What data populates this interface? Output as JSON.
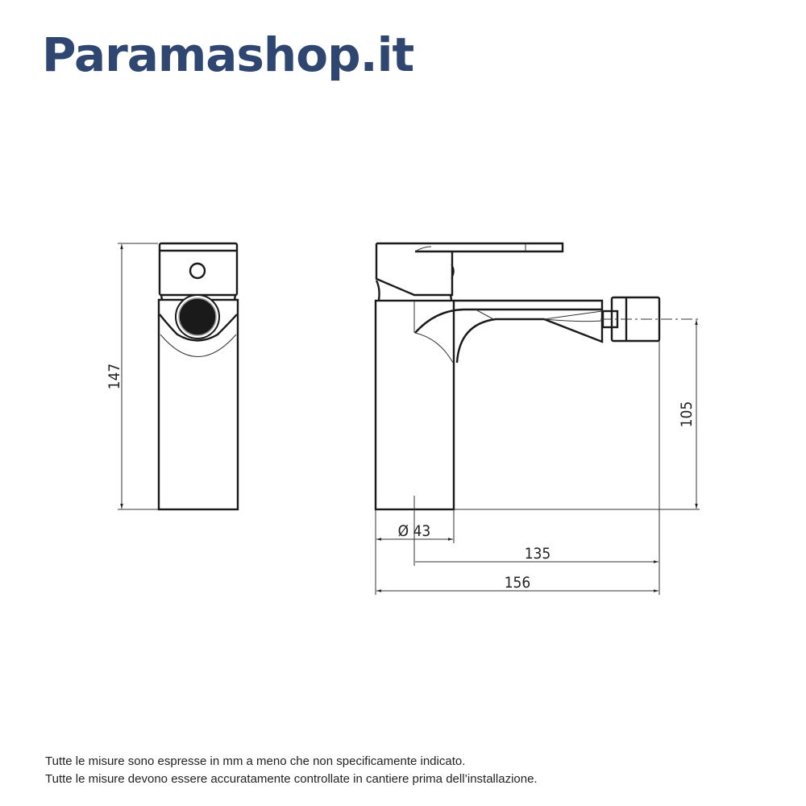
{
  "brand": {
    "logo_text": "Paramashop.it",
    "color": "#2f4670"
  },
  "drawing": {
    "dimensions": {
      "height_total": "147",
      "spout_height": "105",
      "base_diameter": "Ø 43",
      "spout_reach": "135",
      "total_length": "156"
    }
  },
  "notes": [
    "Tutte le misure sono espresse in mm a meno che non specificamente indicato.",
    "Tutte le misure devono essere accuratamente controllate in cantiere prima dell’installazione."
  ]
}
